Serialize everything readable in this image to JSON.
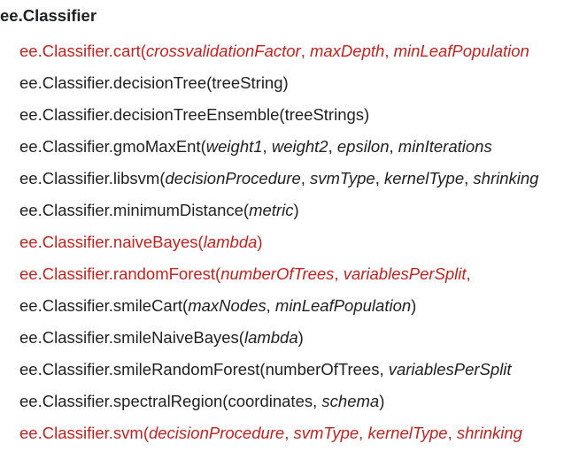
{
  "section": {
    "title": "ee.Classifier"
  },
  "methods": [
    {
      "prefix": "ee.Classifier.cart(",
      "args": [
        {
          "text": "crossvalidationFactor",
          "italic": true
        },
        {
          "text": ", ",
          "italic": false
        },
        {
          "text": "maxDepth",
          "italic": true
        },
        {
          "text": ", ",
          "italic": false
        },
        {
          "text": "minLeafPopulation",
          "italic": true
        }
      ],
      "suffix": "",
      "deprecated": true
    },
    {
      "prefix": "ee.Classifier.decisionTree(",
      "args": [
        {
          "text": "treeString",
          "italic": false
        }
      ],
      "suffix": ")",
      "deprecated": false
    },
    {
      "prefix": "ee.Classifier.decisionTreeEnsemble(",
      "args": [
        {
          "text": "treeStrings",
          "italic": false
        }
      ],
      "suffix": ")",
      "deprecated": false
    },
    {
      "prefix": "ee.Classifier.gmoMaxEnt(",
      "args": [
        {
          "text": "weight1",
          "italic": true
        },
        {
          "text": ", ",
          "italic": false
        },
        {
          "text": "weight2",
          "italic": true
        },
        {
          "text": ", ",
          "italic": false
        },
        {
          "text": "epsilon",
          "italic": true
        },
        {
          "text": ", ",
          "italic": false
        },
        {
          "text": "minIterations",
          "italic": true
        }
      ],
      "suffix": "",
      "deprecated": false
    },
    {
      "prefix": "ee.Classifier.libsvm(",
      "args": [
        {
          "text": "decisionProcedure",
          "italic": true
        },
        {
          "text": ", ",
          "italic": false
        },
        {
          "text": "svmType",
          "italic": true
        },
        {
          "text": ", ",
          "italic": false
        },
        {
          "text": "kernelType",
          "italic": true
        },
        {
          "text": ", ",
          "italic": false
        },
        {
          "text": "shrinking",
          "italic": true
        }
      ],
      "suffix": "",
      "deprecated": false
    },
    {
      "prefix": "ee.Classifier.minimumDistance(",
      "args": [
        {
          "text": "metric",
          "italic": true
        }
      ],
      "suffix": ")",
      "deprecated": false
    },
    {
      "prefix": "ee.Classifier.naiveBayes(",
      "args": [
        {
          "text": "lambda",
          "italic": true
        }
      ],
      "suffix": ")",
      "deprecated": true
    },
    {
      "prefix": "ee.Classifier.randomForest(",
      "args": [
        {
          "text": "numberOfTrees",
          "italic": true
        },
        {
          "text": ", ",
          "italic": false
        },
        {
          "text": "variablesPerSplit",
          "italic": true
        },
        {
          "text": ", ",
          "italic": false
        }
      ],
      "suffix": "",
      "deprecated": true
    },
    {
      "prefix": "ee.Classifier.smileCart(",
      "args": [
        {
          "text": "maxNodes",
          "italic": true
        },
        {
          "text": ", ",
          "italic": false
        },
        {
          "text": "minLeafPopulation",
          "italic": true
        }
      ],
      "suffix": ")",
      "deprecated": false
    },
    {
      "prefix": "ee.Classifier.smileNaiveBayes(",
      "args": [
        {
          "text": "lambda",
          "italic": true
        }
      ],
      "suffix": ")",
      "deprecated": false
    },
    {
      "prefix": "ee.Classifier.smileRandomForest(",
      "args": [
        {
          "text": "numberOfTrees",
          "italic": false
        },
        {
          "text": ", ",
          "italic": false
        },
        {
          "text": "variablesPerSplit",
          "italic": true
        }
      ],
      "suffix": "",
      "deprecated": false
    },
    {
      "prefix": "ee.Classifier.spectralRegion(",
      "args": [
        {
          "text": "coordinates",
          "italic": false
        },
        {
          "text": ", ",
          "italic": false
        },
        {
          "text": "schema",
          "italic": true
        }
      ],
      "suffix": ")",
      "deprecated": false
    },
    {
      "prefix": "ee.Classifier.svm(",
      "args": [
        {
          "text": "decisionProcedure",
          "italic": true
        },
        {
          "text": ", ",
          "italic": false
        },
        {
          "text": "svmType",
          "italic": true
        },
        {
          "text": ", ",
          "italic": false
        },
        {
          "text": "kernelType",
          "italic": true
        },
        {
          "text": ", ",
          "italic": false
        },
        {
          "text": "shrinking",
          "italic": true
        }
      ],
      "suffix": "",
      "deprecated": true
    }
  ],
  "colors": {
    "text": "#212121",
    "deprecated": "#c5221f"
  }
}
